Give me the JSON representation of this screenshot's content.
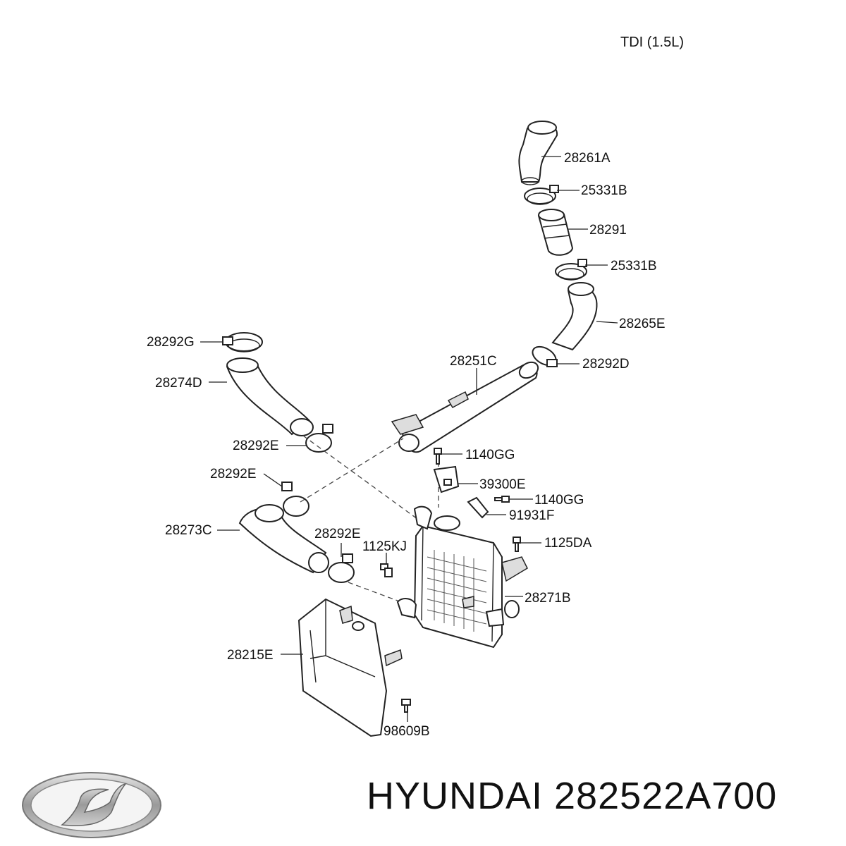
{
  "engine_label": "TDI (1.5L)",
  "footer": {
    "brand": "HYUNDAI",
    "part_number": "282522A700",
    "text": "HYUNDAI 282522A700",
    "logo_icon": "hyundai-logo-icon"
  },
  "callouts": [
    {
      "id": "c1",
      "text": "28261A"
    },
    {
      "id": "c2",
      "text": "25331B"
    },
    {
      "id": "c3",
      "text": "28291"
    },
    {
      "id": "c4",
      "text": "25331B"
    },
    {
      "id": "c5",
      "text": "28265E"
    },
    {
      "id": "c6",
      "text": "28292G"
    },
    {
      "id": "c7",
      "text": "28251C"
    },
    {
      "id": "c8",
      "text": "28292D"
    },
    {
      "id": "c9",
      "text": "28274D"
    },
    {
      "id": "c10",
      "text": "28292E"
    },
    {
      "id": "c11",
      "text": "1140GG"
    },
    {
      "id": "c12",
      "text": "28292E"
    },
    {
      "id": "c13",
      "text": "39300E"
    },
    {
      "id": "c14",
      "text": "1140GG"
    },
    {
      "id": "c15",
      "text": "91931F"
    },
    {
      "id": "c16",
      "text": "28273C"
    },
    {
      "id": "c17",
      "text": "28292E"
    },
    {
      "id": "c18",
      "text": "1125KJ"
    },
    {
      "id": "c19",
      "text": "1125DA"
    },
    {
      "id": "c20",
      "text": "28271B"
    },
    {
      "id": "c21",
      "text": "28215E"
    },
    {
      "id": "c22",
      "text": "98609B"
    }
  ]
}
